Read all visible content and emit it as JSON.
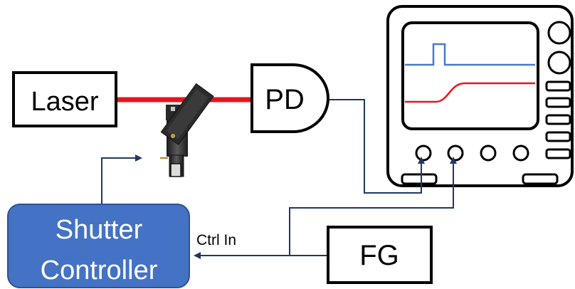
{
  "diagram": {
    "laser": {
      "label": "Laser"
    },
    "photodiode": {
      "label": "PD"
    },
    "function_generator": {
      "label": "FG"
    },
    "shutter_controller": {
      "line1": "Shutter",
      "line2": "Controller"
    },
    "ctrl_in_label": "Ctrl In"
  },
  "colors": {
    "laser_beam": "#e8141b",
    "signal_wire": "#1f3864",
    "controller_fill": "#4472c4",
    "controller_border": "#2f528f",
    "scope_trace_top": "#4a78d0",
    "scope_trace_bottom": "#e8141b"
  }
}
